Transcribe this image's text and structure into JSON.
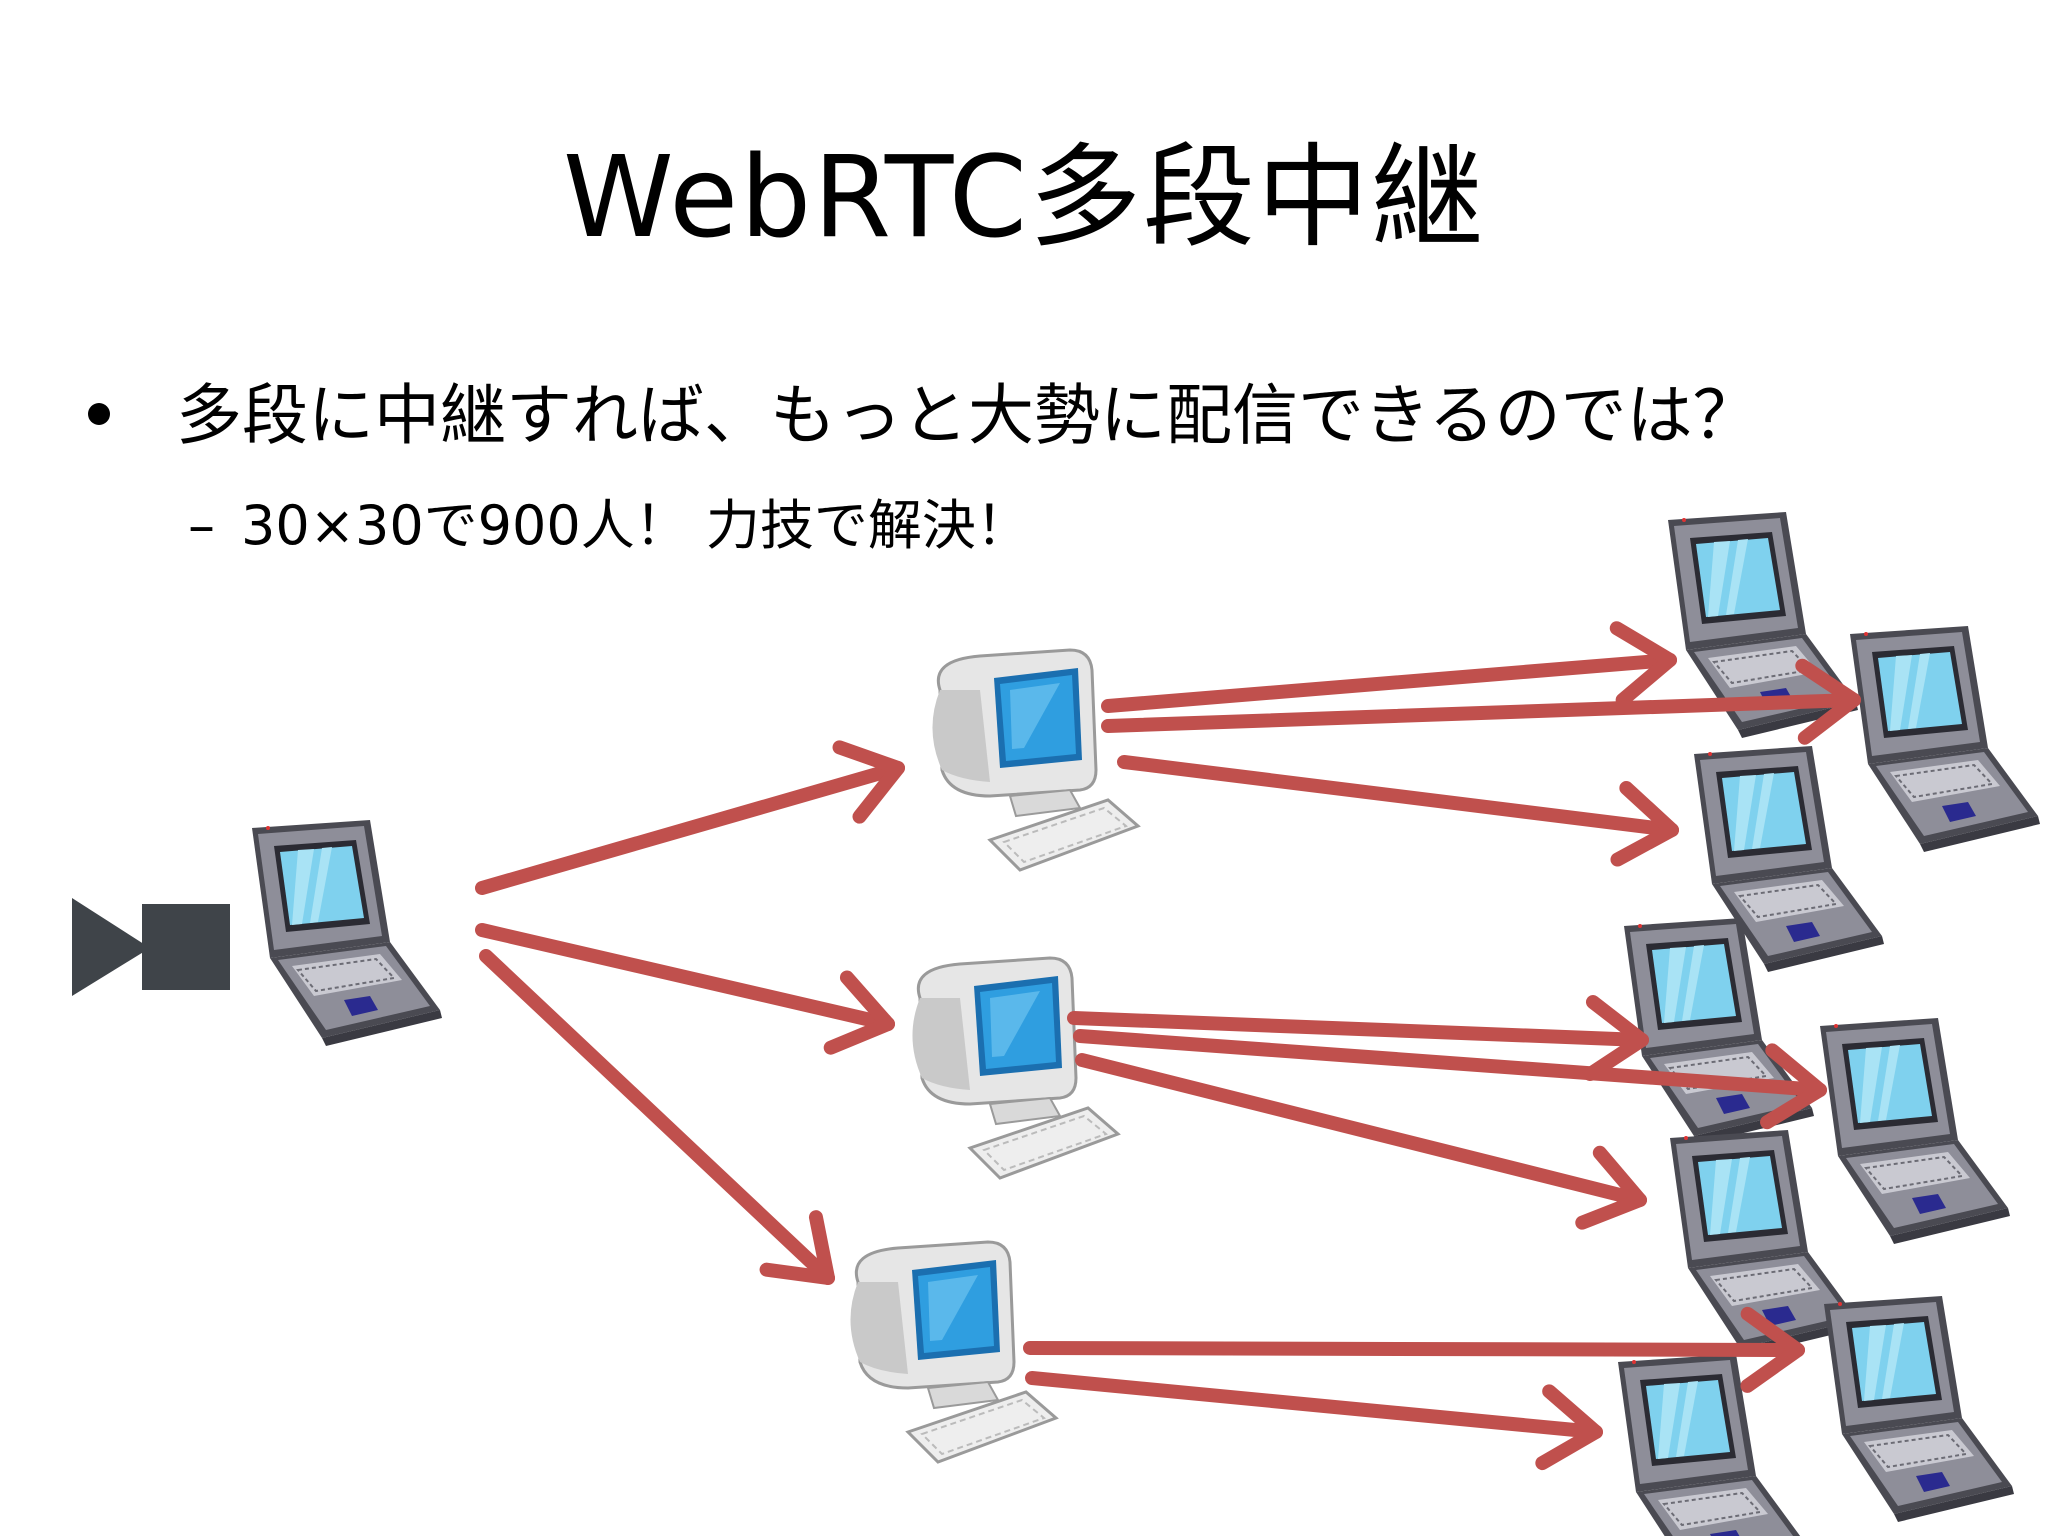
{
  "slide": {
    "title": "WebRTC多段中継",
    "bullet": "多段に中継すれば、もっと大勢に配信できるのでは？",
    "sub_bullet": "30×30で900人！ 力技で解決！"
  },
  "colors": {
    "arrow": "#c0504d",
    "source_icon": "#3f4449",
    "laptop_body": "#8e8e99",
    "laptop_screen": "#7fd1ee",
    "monitor_body": "#e6e6e6",
    "monitor_screen": "#2f9ee0"
  },
  "icons": [
    "record-play-icon",
    "laptop-icon",
    "crt-monitor-icon"
  ]
}
